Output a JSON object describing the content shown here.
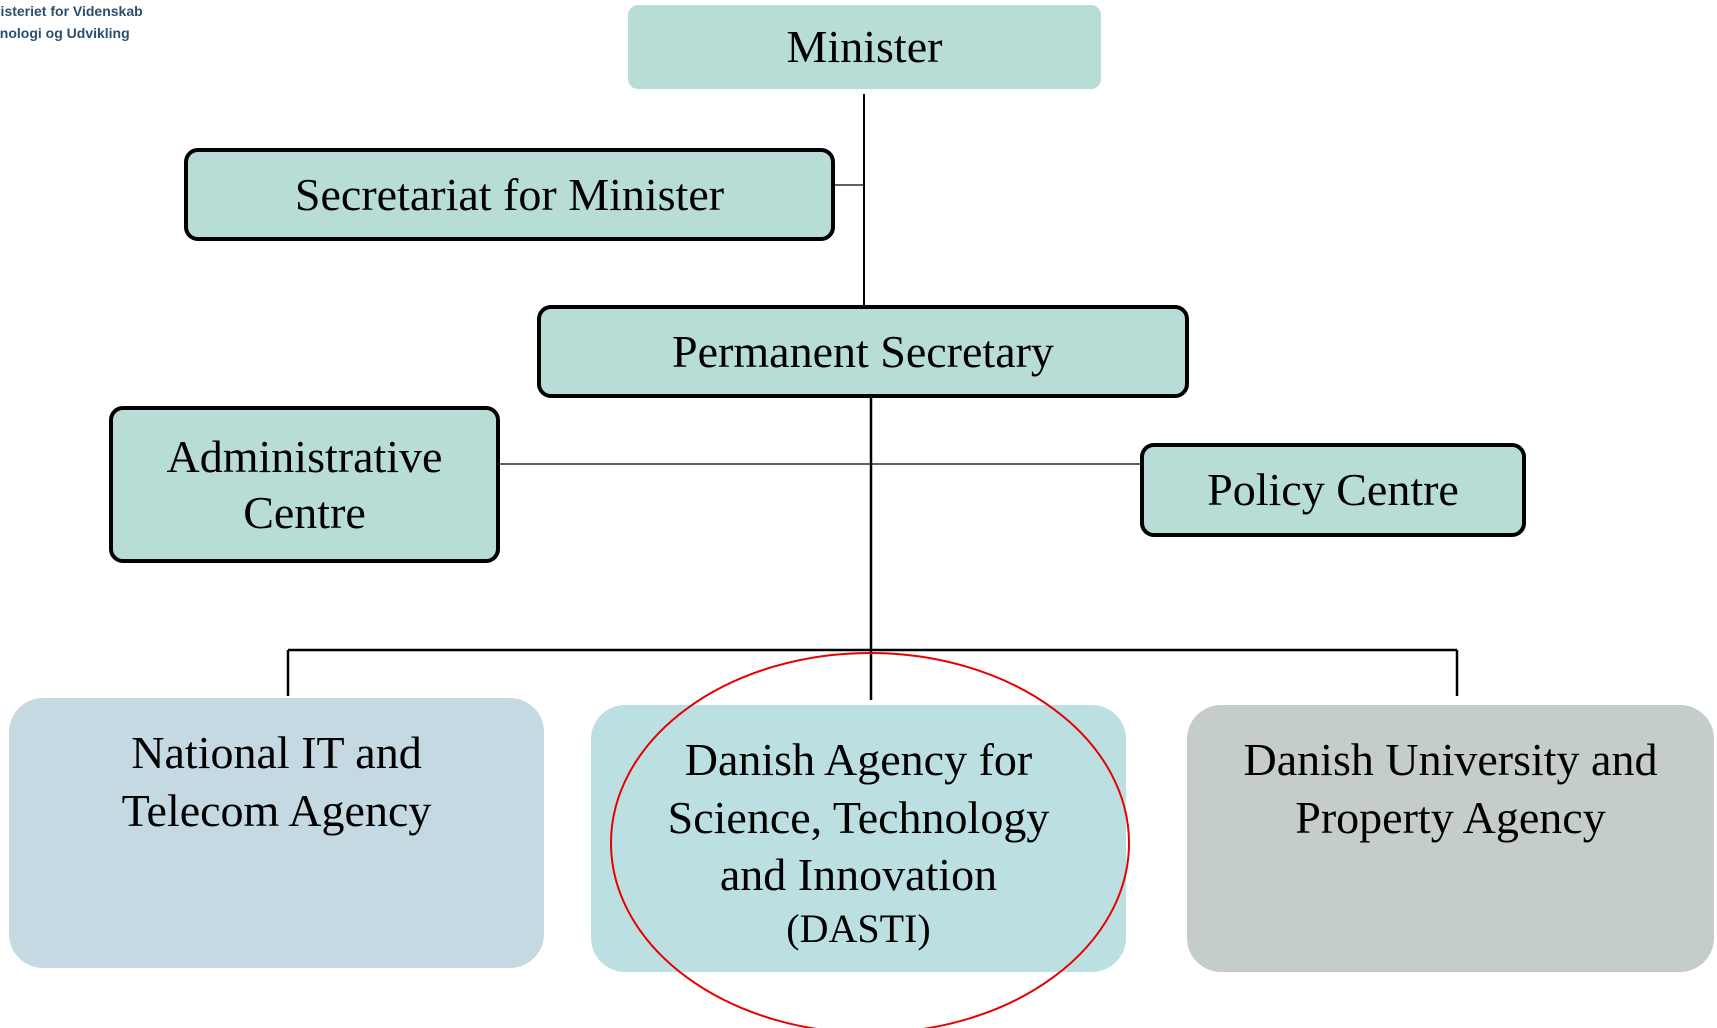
{
  "logo": {
    "line1": "nisteriet for Videnskab",
    "line2": "knologi og Udvikling"
  },
  "nodes": {
    "minister": {
      "label": "Minister"
    },
    "secretariat": {
      "label": "Secretariat for Minister"
    },
    "permanent_secretary": {
      "label": "Permanent Secretary"
    },
    "administrative_centre": {
      "line1": "Administrative",
      "line2": "Centre"
    },
    "policy_centre": {
      "label": "Policy Centre"
    },
    "national_it": {
      "line1": "National IT and",
      "line2": "Telecom Agency"
    },
    "dasti": {
      "line1": "Danish Agency for",
      "line2": "Science, Technology",
      "line3": "and Innovation",
      "line4": "(DASTI)"
    },
    "university_property": {
      "line1": "Danish University and",
      "line2": "Property Agency"
    }
  },
  "colors": {
    "minister_fill": "#b8ddd7",
    "office_fill": "#b8ddd7",
    "national_it_fill": "#c4d9e2",
    "dasti_fill": "#bce0e2",
    "university_fill": "#c4cdcb",
    "connector": "#000000",
    "highlight": "#e80000"
  },
  "highlight": {
    "target": "dasti",
    "shape": "ellipse"
  }
}
